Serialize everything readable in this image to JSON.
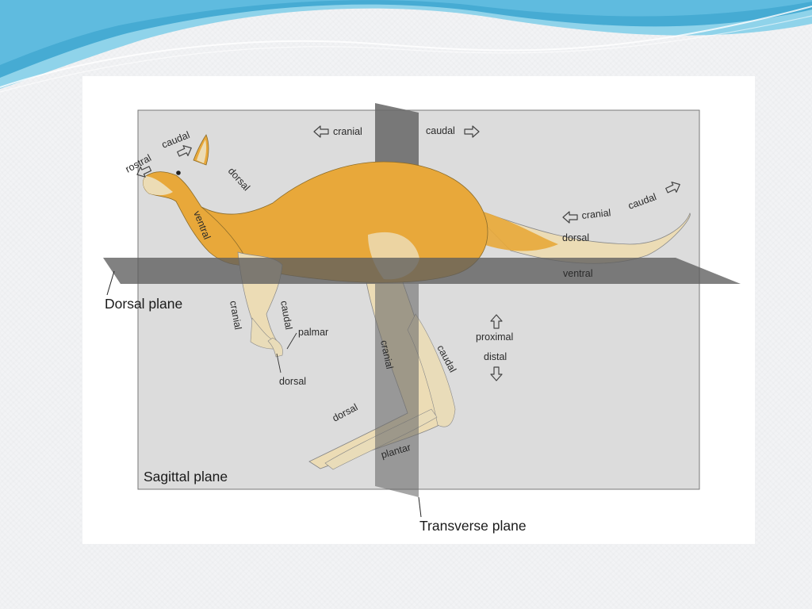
{
  "colors": {
    "header_blue_dark": "#3aa3cf",
    "header_blue_light": "#8fd3ea",
    "kangaroo_body": "#e8a83a",
    "kangaroo_pale": "#efe3c3",
    "plane_gray": "#5e5e5e",
    "background_gray": "#dcdcdc"
  },
  "planes": {
    "dorsal": "Dorsal plane",
    "sagittal": "Sagittal plane",
    "transverse": "Transverse plane"
  },
  "labels": {
    "rostral": "rostral",
    "head_caudal": "caudal",
    "head_dorsal": "dorsal",
    "neck_ventral": "ventral",
    "top_cranial": "cranial",
    "top_caudal": "caudal",
    "tail_cranial": "cranial",
    "tail_caudal": "caudal",
    "tail_dorsal": "dorsal",
    "tail_ventral": "ventral",
    "foreleg_cranial": "cranial",
    "foreleg_caudal": "caudal",
    "palmar": "palmar",
    "paw_dorsal": "dorsal",
    "hindleg_cranial": "cranial",
    "hindleg_caudal": "caudal",
    "foot_dorsal": "dorsal",
    "plantar": "plantar",
    "proximal": "proximal",
    "distal": "distal"
  },
  "icons": [
    "arrow-left-icon",
    "arrow-right-icon",
    "arrow-up-icon",
    "arrow-down-icon"
  ]
}
